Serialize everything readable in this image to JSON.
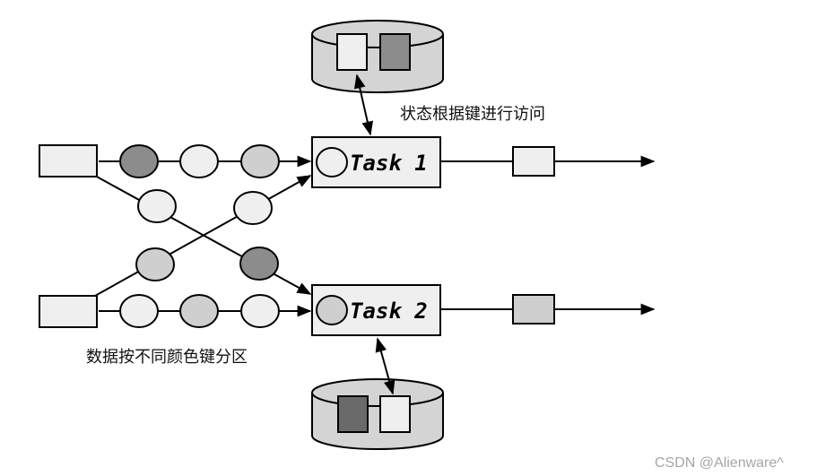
{
  "diagram": {
    "task1_label": "Task 1",
    "task2_label": "Task 2",
    "state_access_label": "状态根据键进行访问",
    "partition_label": "数据按不同颜色键分区",
    "watermark": "CSDN @Alienware^"
  },
  "colors": {
    "dark": "#8c8c8c",
    "mid": "#cfcfcf",
    "light": "#efefef",
    "state_dark": "#6a6a6a",
    "db_fill": "#d4d4d4",
    "stroke": "#000000"
  }
}
